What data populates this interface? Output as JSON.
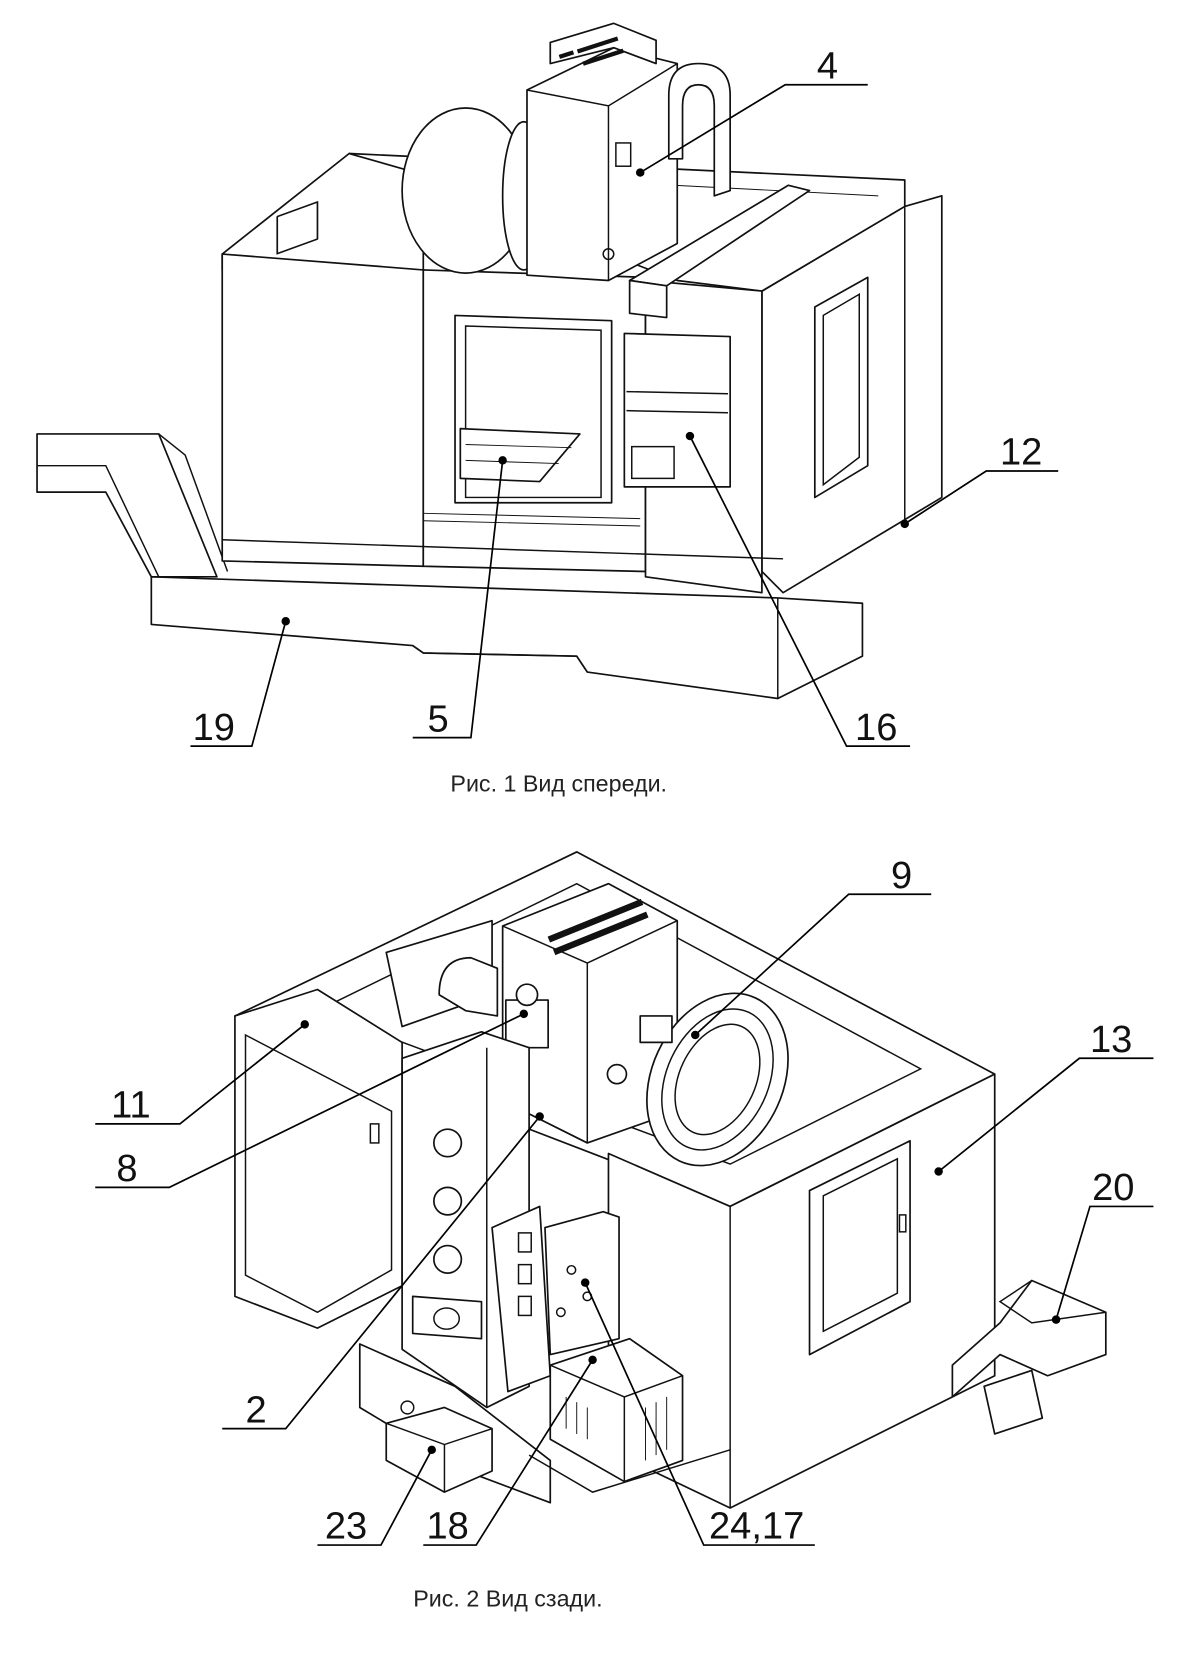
{
  "figure1": {
    "caption": "Рис. 1  Вид спереди.",
    "callouts": [
      "4",
      "12",
      "19",
      "5",
      "16"
    ]
  },
  "figure2": {
    "caption": "Рис. 2   Вид сзади.",
    "callouts": [
      "9",
      "11",
      "8",
      "13",
      "20",
      "2",
      "23",
      "18",
      "24,17"
    ]
  }
}
